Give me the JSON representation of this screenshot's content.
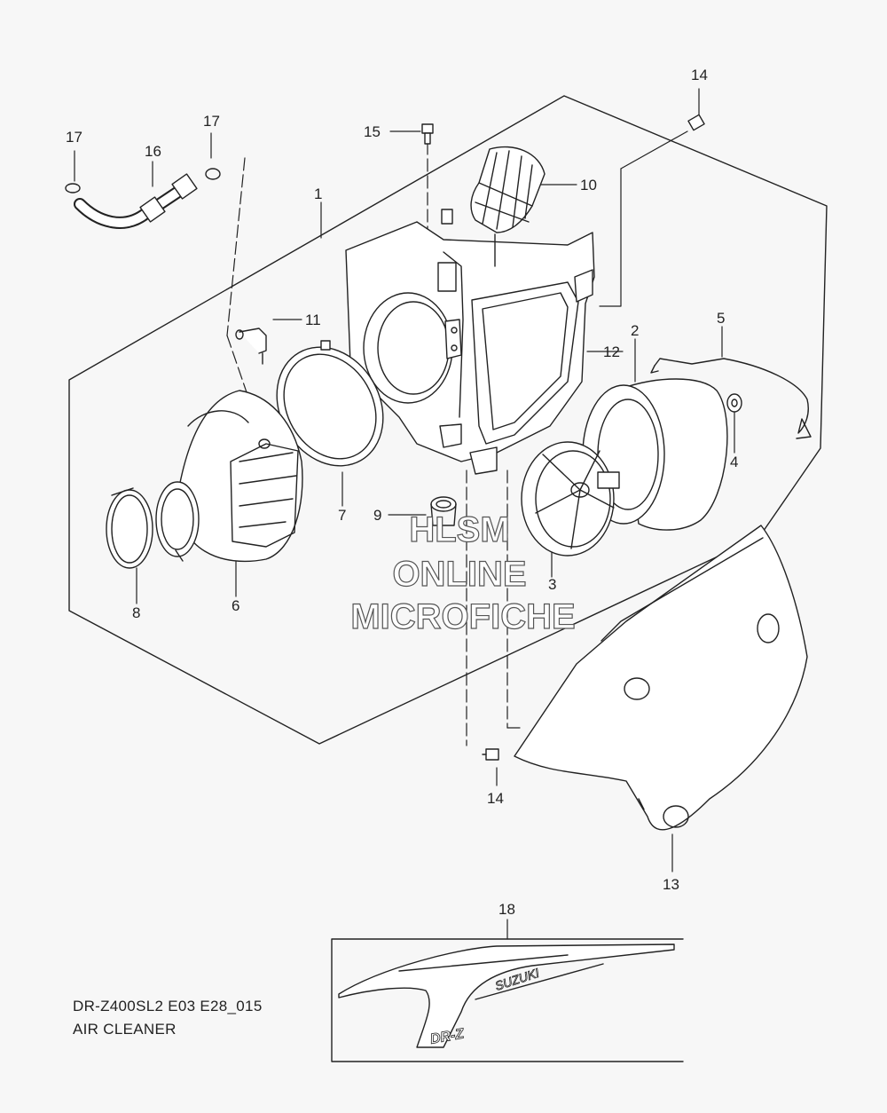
{
  "diagram": {
    "model_code": "DR-Z400SL2 E03 E28_015",
    "section_title": "AIR CLEANER",
    "watermark": [
      "HLSM",
      "ONLINE",
      "MICROFICHE"
    ],
    "decal_text": [
      "SUZUKI",
      "DR-Z"
    ],
    "callouts": [
      {
        "id": "c1",
        "label": "1"
      },
      {
        "id": "c2",
        "label": "2"
      },
      {
        "id": "c3",
        "label": "3"
      },
      {
        "id": "c4",
        "label": "4"
      },
      {
        "id": "c5",
        "label": "5"
      },
      {
        "id": "c6",
        "label": "6"
      },
      {
        "id": "c7",
        "label": "7"
      },
      {
        "id": "c8",
        "label": "8"
      },
      {
        "id": "c9",
        "label": "9"
      },
      {
        "id": "c10",
        "label": "10"
      },
      {
        "id": "c11",
        "label": "11"
      },
      {
        "id": "c12",
        "label": "12"
      },
      {
        "id": "c13",
        "label": "13"
      },
      {
        "id": "c14a",
        "label": "14"
      },
      {
        "id": "c14b",
        "label": "14"
      },
      {
        "id": "c15",
        "label": "15"
      },
      {
        "id": "c16",
        "label": "16"
      },
      {
        "id": "c17a",
        "label": "17"
      },
      {
        "id": "c17b",
        "label": "17"
      },
      {
        "id": "c18",
        "label": "18"
      }
    ]
  }
}
